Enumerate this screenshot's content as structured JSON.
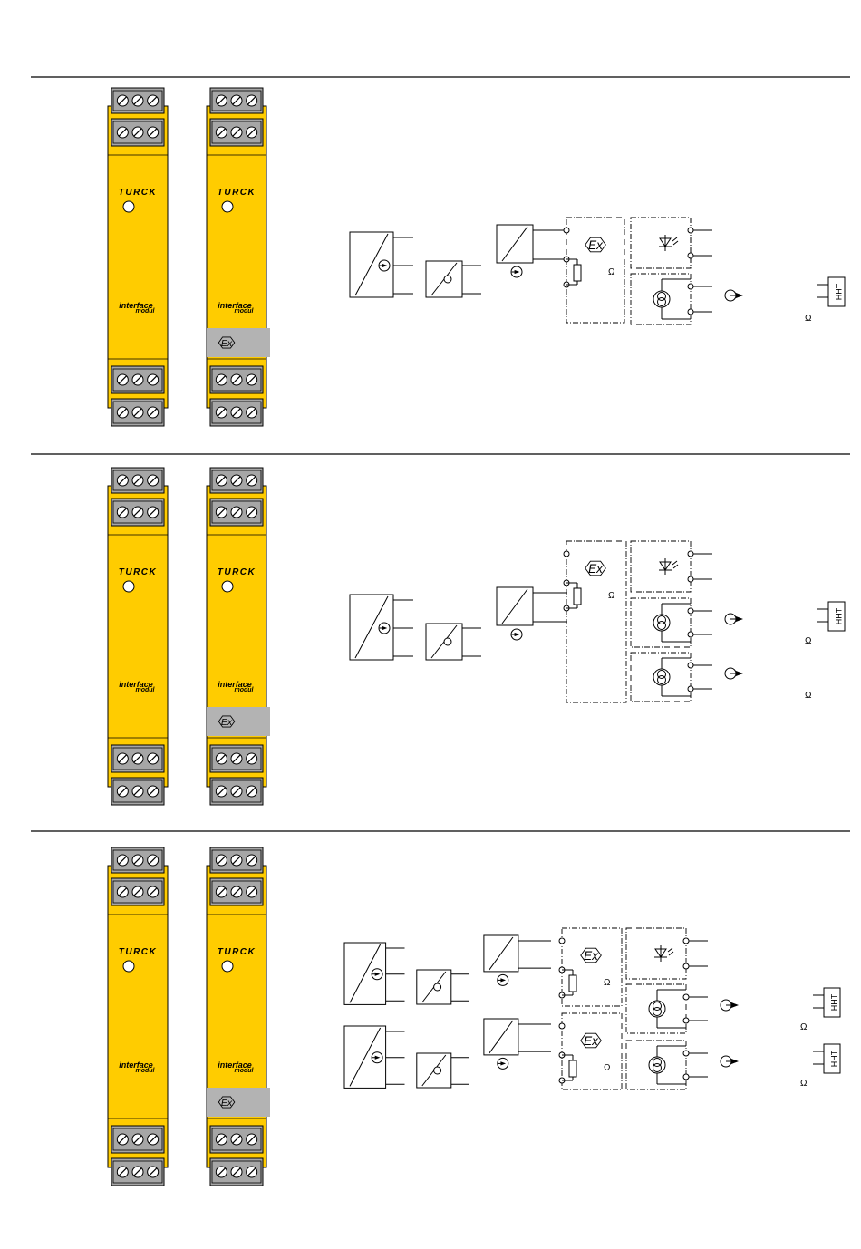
{
  "colors": {
    "housing": "#FFCC00",
    "terminal": "#A6A6A6",
    "label_band": "#B3B3B3",
    "line": "#000000",
    "divider": "#000000",
    "wire": "#333333"
  },
  "brand": "TURCK",
  "series_label": "interface",
  "series_label_sub": "modul",
  "ex_mark": "Ex",
  "omega": "Ω",
  "hart": "HHT",
  "sections": [
    {
      "id": "section-1",
      "has_second_channel": false,
      "relay_blocks": 1,
      "current_outputs": 1,
      "hart_outputs": 1
    },
    {
      "id": "section-2",
      "has_second_channel": false,
      "relay_blocks": 1,
      "current_outputs": 2,
      "hart_outputs": 1
    },
    {
      "id": "section-3",
      "has_second_channel": true,
      "relay_blocks": 1,
      "current_outputs": 2,
      "hart_outputs": 2
    }
  ]
}
